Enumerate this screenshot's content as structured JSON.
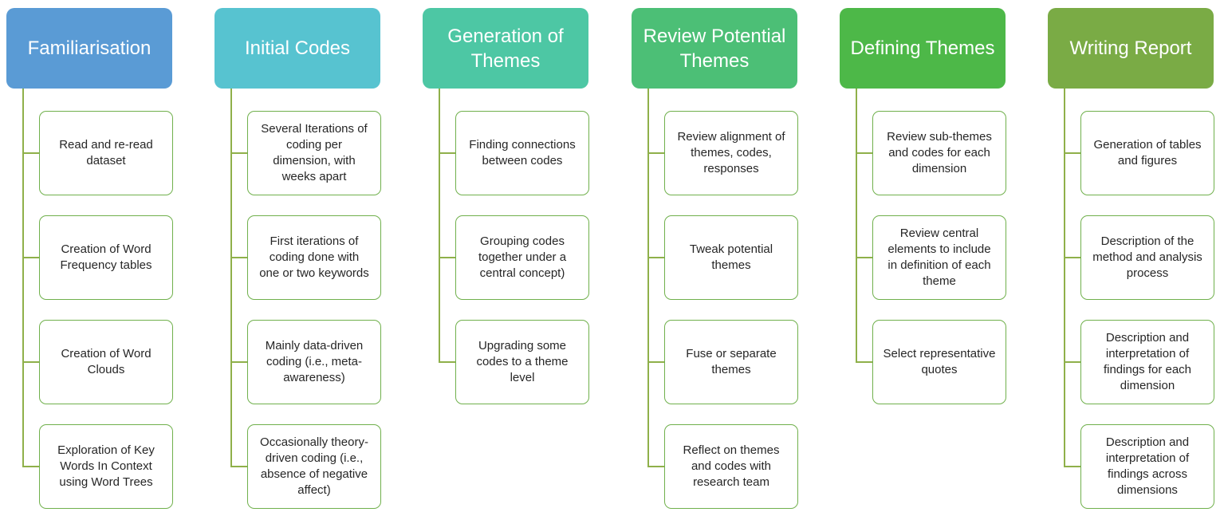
{
  "stages": [
    {
      "title": "Familiarisation",
      "color": "#5a9bd5",
      "line": "#8fb04a",
      "items": [
        "Read and re-read\ndataset",
        "Creation of Word\nFrequency tables",
        "Creation of Word\nClouds",
        "Exploration of Key\nWords In Context\nusing Word Trees"
      ]
    },
    {
      "title": "Initial Codes",
      "color": "#57c3d0",
      "line": "#8fb04a",
      "items": [
        "Several Iterations of\ncoding per\ndimension, with\nweeks apart",
        "First iterations of\ncoding done with\none or two keywords",
        "Mainly data-driven\ncoding (i.e., meta-\nawareness)",
        "Occasionally theory-\ndriven coding (i.e.,\nabsence of negative\naffect)"
      ]
    },
    {
      "title": "Generation of\nThemes",
      "color": "#4dc7a4",
      "line": "#8fb04a",
      "items": [
        "Finding connections\nbetween codes",
        "Grouping codes\ntogether under a\ncentral concept)",
        "Upgrading some\ncodes to a theme\nlevel"
      ]
    },
    {
      "title": "Review Potential\nThemes",
      "color": "#4cbf76",
      "line": "#8fb04a",
      "items": [
        "Review alignment of\nthemes, codes,\nresponses",
        "Tweak potential\nthemes",
        "Fuse or separate\nthemes",
        "Reflect on themes\nand codes with\nresearch team"
      ]
    },
    {
      "title": "Defining Themes",
      "color": "#4db848",
      "line": "#8fb04a",
      "items": [
        "Review sub-themes\nand codes for each\ndimension",
        "Review central\nelements to include\nin definition of each\ntheme",
        "Select representative\nquotes"
      ]
    },
    {
      "title": "Writing Report",
      "color": "#7aab45",
      "line": "#8fb04a",
      "items": [
        "Generation of tables\nand figures",
        "Description of the\nmethod and analysis\nprocess",
        "Description and\ninterpretation of\nfindings for each\ndimension",
        "Description and\ninterpretation of\nfindings across\ndimensions"
      ]
    }
  ],
  "item_border_color": "#70b04c"
}
